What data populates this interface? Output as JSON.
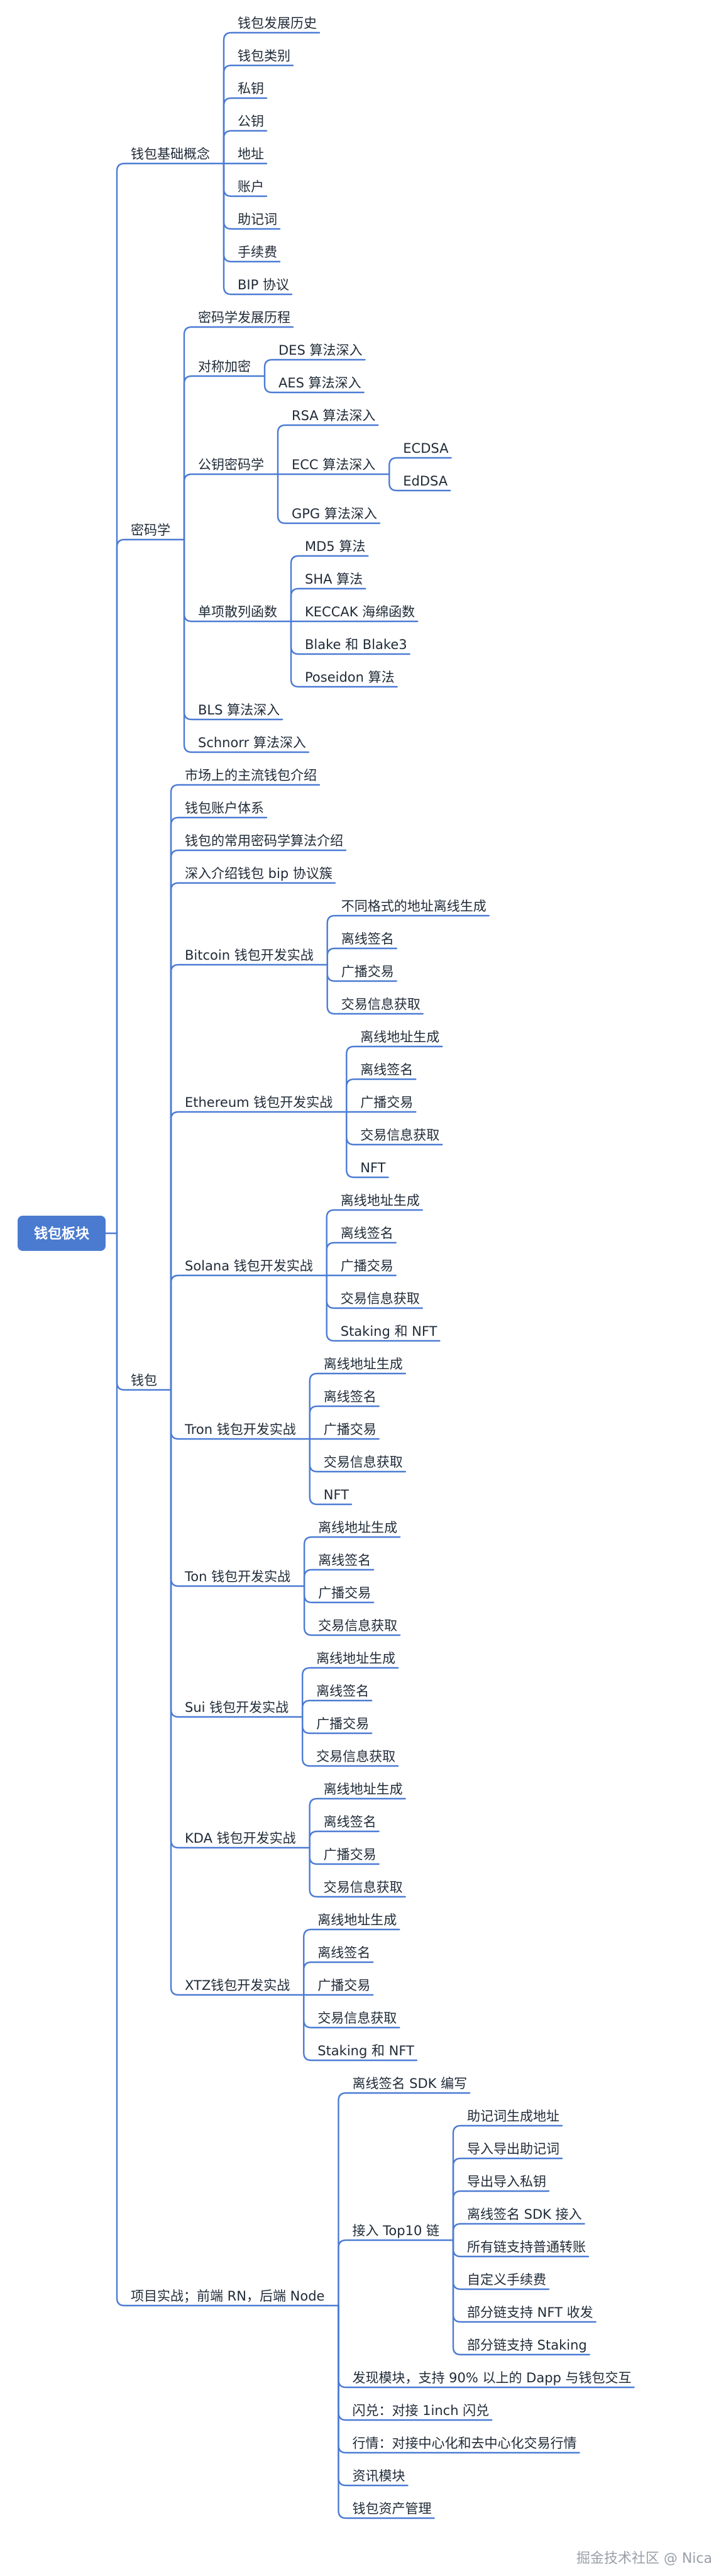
{
  "root": {
    "label": "钱包板块",
    "children": [
      {
        "label": "钱包基础概念",
        "children": [
          {
            "label": "钱包发展历史"
          },
          {
            "label": "钱包类别"
          },
          {
            "label": "私钥"
          },
          {
            "label": "公钥"
          },
          {
            "label": "地址"
          },
          {
            "label": "账户"
          },
          {
            "label": "助记词"
          },
          {
            "label": "手续费"
          },
          {
            "label": "BIP 协议"
          }
        ]
      },
      {
        "label": "密码学",
        "children": [
          {
            "label": "密码学发展历程"
          },
          {
            "label": "对称加密",
            "children": [
              {
                "label": "DES 算法深入"
              },
              {
                "label": "AES 算法深入"
              }
            ]
          },
          {
            "label": "公钥密码学",
            "children": [
              {
                "label": "RSA 算法深入"
              },
              {
                "label": "ECC 算法深入",
                "children": [
                  {
                    "label": "ECDSA"
                  },
                  {
                    "label": "EdDSA"
                  }
                ]
              },
              {
                "label": "GPG 算法深入"
              }
            ]
          },
          {
            "label": "单项散列函数",
            "children": [
              {
                "label": "MD5 算法"
              },
              {
                "label": "SHA 算法"
              },
              {
                "label": "KECCAK 海绵函数"
              },
              {
                "label": "Blake 和 Blake3"
              },
              {
                "label": "Poseidon 算法"
              }
            ]
          },
          {
            "label": "BLS 算法深入"
          },
          {
            "label": "Schnorr 算法深入"
          }
        ]
      },
      {
        "label": "钱包",
        "children": [
          {
            "label": "市场上的主流钱包介绍"
          },
          {
            "label": "钱包账户体系"
          },
          {
            "label": "钱包的常用密码学算法介绍"
          },
          {
            "label": "深入介绍钱包 bip 协议簇"
          },
          {
            "label": "Bitcoin 钱包开发实战",
            "children": [
              {
                "label": "不同格式的地址离线生成"
              },
              {
                "label": "离线签名"
              },
              {
                "label": "广播交易"
              },
              {
                "label": "交易信息获取"
              }
            ]
          },
          {
            "label": "Ethereum 钱包开发实战",
            "children": [
              {
                "label": "离线地址生成"
              },
              {
                "label": "离线签名"
              },
              {
                "label": "广播交易"
              },
              {
                "label": "交易信息获取"
              },
              {
                "label": "NFT"
              }
            ]
          },
          {
            "label": "Solana 钱包开发实战",
            "children": [
              {
                "label": "离线地址生成"
              },
              {
                "label": "离线签名"
              },
              {
                "label": "广播交易"
              },
              {
                "label": "交易信息获取"
              },
              {
                "label": "Staking 和 NFT"
              }
            ]
          },
          {
            "label": "Tron 钱包开发实战",
            "children": [
              {
                "label": "离线地址生成"
              },
              {
                "label": "离线签名"
              },
              {
                "label": "广播交易"
              },
              {
                "label": "交易信息获取"
              },
              {
                "label": "NFT"
              }
            ]
          },
          {
            "label": "Ton 钱包开发实战",
            "children": [
              {
                "label": "离线地址生成"
              },
              {
                "label": "离线签名"
              },
              {
                "label": "广播交易"
              },
              {
                "label": "交易信息获取"
              }
            ]
          },
          {
            "label": "Sui 钱包开发实战",
            "children": [
              {
                "label": "离线地址生成"
              },
              {
                "label": "离线签名"
              },
              {
                "label": "广播交易"
              },
              {
                "label": "交易信息获取"
              }
            ]
          },
          {
            "label": "KDA 钱包开发实战",
            "children": [
              {
                "label": "离线地址生成"
              },
              {
                "label": "离线签名"
              },
              {
                "label": "广播交易"
              },
              {
                "label": "交易信息获取"
              }
            ]
          },
          {
            "label": "XTZ钱包开发实战",
            "children": [
              {
                "label": "离线地址生成"
              },
              {
                "label": "离线签名"
              },
              {
                "label": "广播交易"
              },
              {
                "label": "交易信息获取"
              },
              {
                "label": "Staking 和 NFT"
              }
            ]
          }
        ]
      },
      {
        "label": "项目实战；前端 RN，后端 Node",
        "children": [
          {
            "label": "离线签名 SDK 编写"
          },
          {
            "label": "接入 Top10 链",
            "children": [
              {
                "label": "助记词生成地址"
              },
              {
                "label": "导入导出助记词"
              },
              {
                "label": "导出导入私钥"
              },
              {
                "label": "离线签名 SDK 接入"
              },
              {
                "label": "所有链支持普通转账"
              },
              {
                "label": "自定义手续费"
              },
              {
                "label": "部分链支持 NFT 收发"
              },
              {
                "label": "部分链支持 Staking"
              }
            ]
          },
          {
            "label": "发现模块，支持 90% 以上的 Dapp 与钱包交互"
          },
          {
            "label": "闪兑：对接 1inch 闪兑"
          },
          {
            "label": "行情：对接中心化和去中心化交易行情"
          },
          {
            "label": "资讯模块"
          },
          {
            "label": "钱包资产管理"
          }
        ]
      }
    ]
  },
  "watermark": "掘金技术社区 @ Nica",
  "colors": {
    "line": "#4b7bd4",
    "root_fill": "#4a7bd0",
    "text": "#1f2a37"
  }
}
